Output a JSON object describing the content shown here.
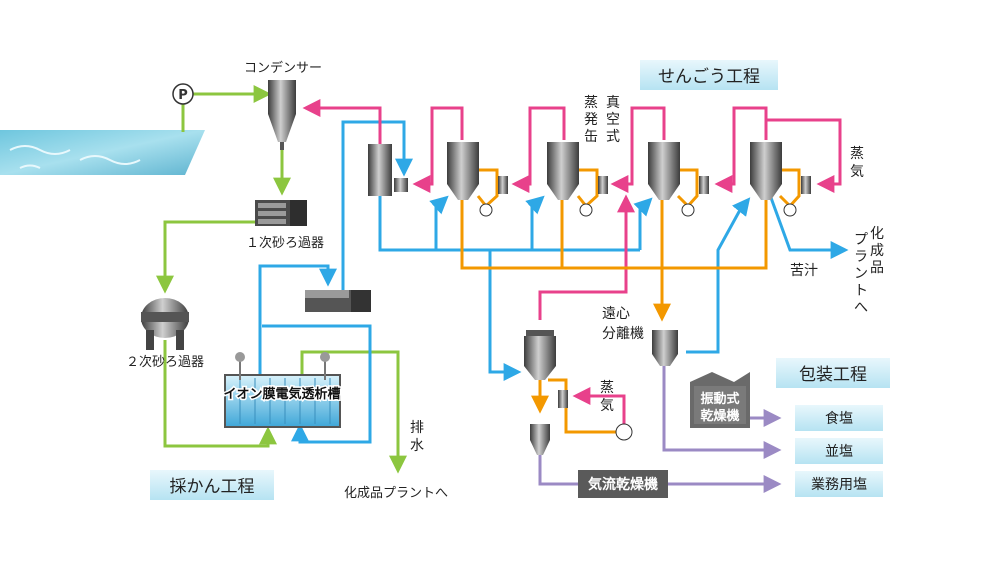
{
  "labels": {
    "condenser": "コンデンサー",
    "filter1": "１次砂ろ過器",
    "filter2": "２次砂ろ過器",
    "electrodialysis": "イオン膜電気透析槽",
    "drain": [
      "排",
      "水"
    ],
    "chemical_plant_bottom": "化成品プラントへ",
    "chemical_plant_right": [
      "化",
      "成",
      "品",
      "プ",
      "ラ",
      "ン",
      "ト",
      "へ"
    ],
    "vacuum_can_col1": [
      "真",
      "空",
      "式"
    ],
    "vacuum_can_col2": [
      "蒸",
      "発",
      "缶"
    ],
    "steam_top": [
      "蒸",
      "気"
    ],
    "steam_mid": [
      "蒸",
      "気"
    ],
    "bittern": "苦汁",
    "centrifuge": [
      "遠心",
      "分離機"
    ],
    "vibrating_dryer": [
      "振動式",
      "乾燥機"
    ],
    "airflow_dryer": "気流乾燥機",
    "pump": "P"
  },
  "process_labels": {
    "saikan": "採かん工程",
    "sengou": "せんごう工程",
    "housou": "包装工程"
  },
  "products": [
    "食塩",
    "並塩",
    "業務用塩"
  ],
  "colors": {
    "seawater_line": "#8cc63f",
    "steam_line": "#e8418b",
    "brine_line": "#2ea8e6",
    "slurry_line": "#f39800",
    "salt_line": "#9b8ac4",
    "equipment": "#5a5a5a"
  }
}
